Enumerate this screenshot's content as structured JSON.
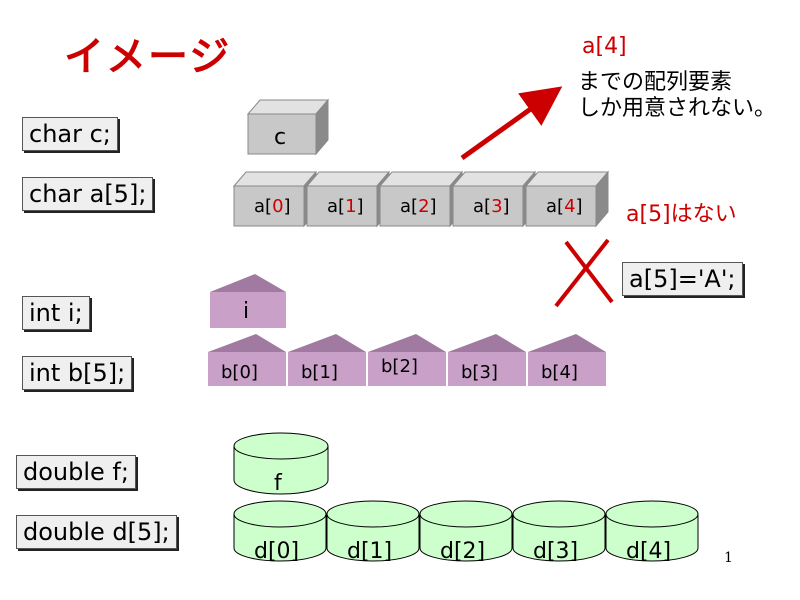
{
  "title": "イメージ",
  "declarations": {
    "char_c": "char c;",
    "char_a": "char a[5];",
    "int_i": "int  i;",
    "int_b": "int  b[5];",
    "double_f": "double  f;",
    "double_d": "double  d[5];"
  },
  "char_var": "c",
  "char_array": {
    "cells": [
      {
        "prefix": "a[",
        "index": "0",
        "suffix": "]"
      },
      {
        "prefix": "a[",
        "index": "1",
        "suffix": "]"
      },
      {
        "prefix": "a[",
        "index": "2",
        "suffix": "]"
      },
      {
        "prefix": "a[",
        "index": "3",
        "suffix": "]"
      },
      {
        "prefix": "a[",
        "index": "4",
        "suffix": "]"
      }
    ]
  },
  "int_var": "i",
  "int_array": [
    "b[0]",
    "b[1]",
    "b[2]",
    "b[3]",
    "b[4]"
  ],
  "double_var": "f",
  "double_array": [
    "d[0]",
    "d[1]",
    "d[2]",
    "d[3]",
    "d[4]"
  ],
  "annotation": {
    "label": "a[4]",
    "line1": "までの配列要素",
    "line2": "しか用意されない。"
  },
  "no_a5": "a[5]はない",
  "assignment": "a[5]='A';",
  "page_number": "1",
  "colors": {
    "accent": "#cc0000",
    "box": "#c8c8c8",
    "int_shape": "#c8a0c8",
    "double_shape": "#ccffcc"
  }
}
